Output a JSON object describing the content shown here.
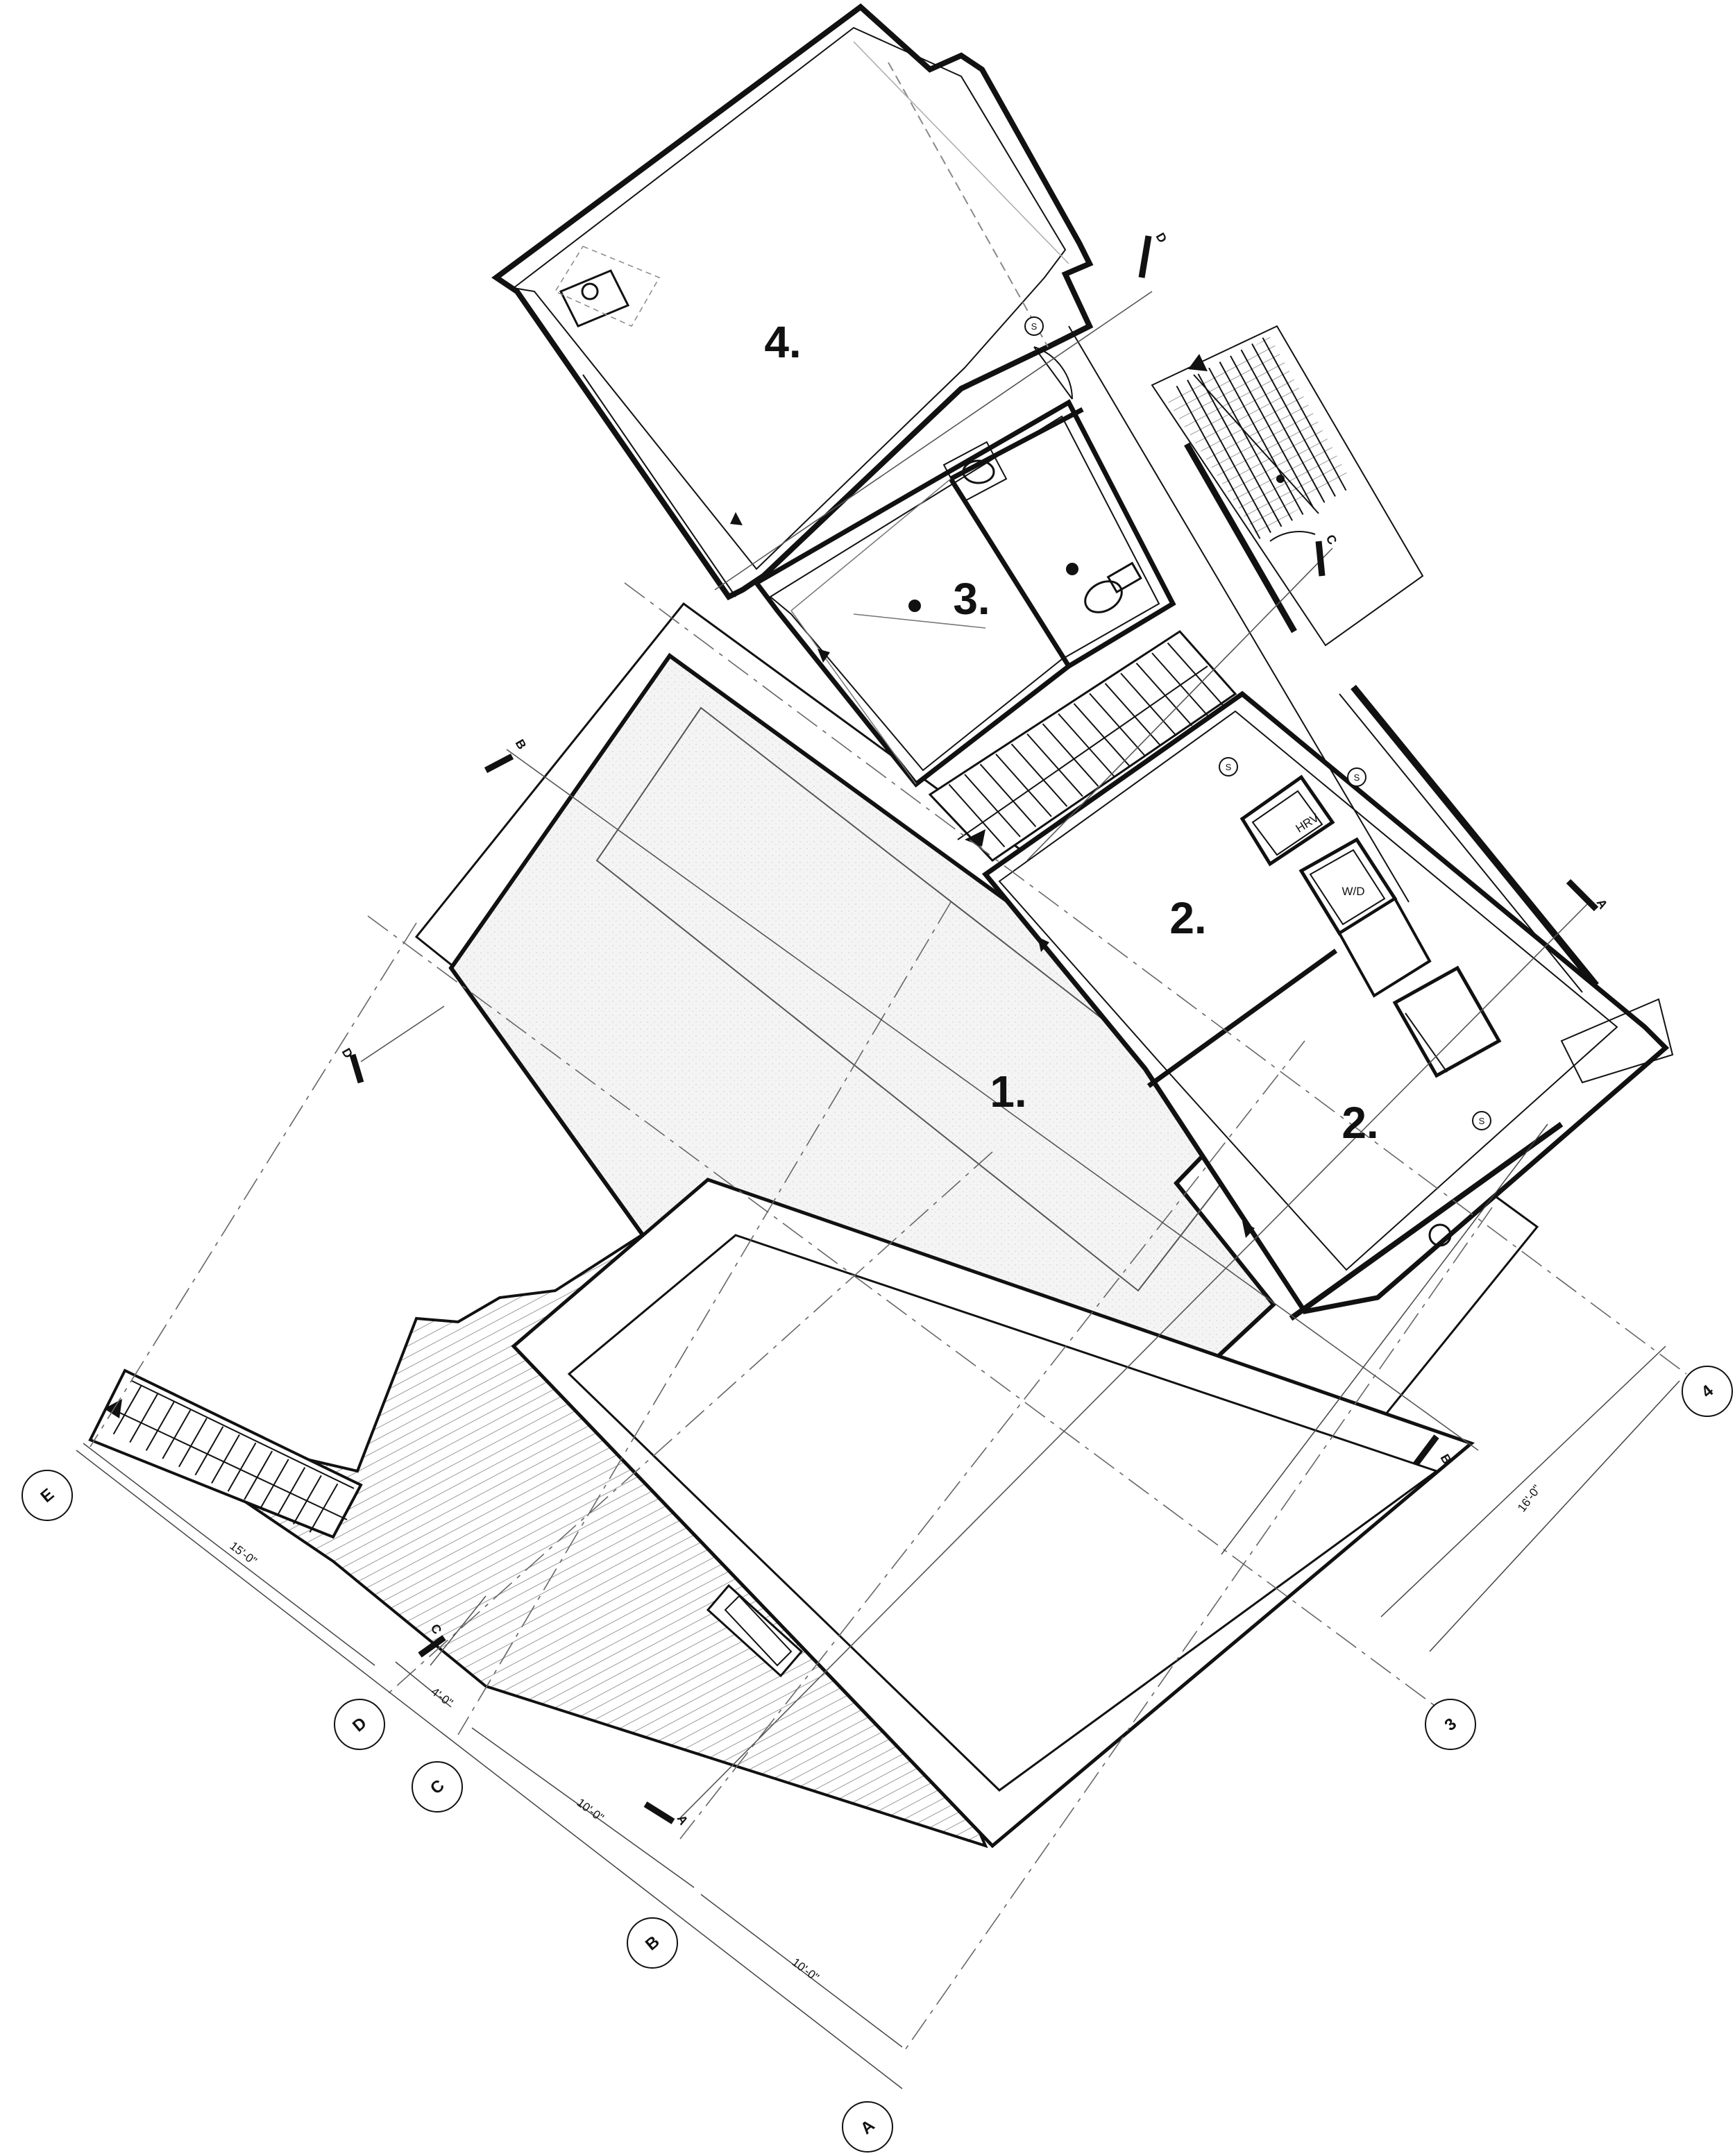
{
  "rooms": {
    "r1": "1.",
    "r2a": "2.",
    "r2b": "2.",
    "r3": "3.",
    "r4": "4."
  },
  "fixtures": {
    "hrv": "HRV",
    "wd": "W/D",
    "smoke": "S"
  },
  "sections": {
    "a_top": "A",
    "a_bottom": "A",
    "b_top": "B",
    "b_bottom": "B",
    "c_top": "C",
    "c_bottom": "C",
    "d_top": "D",
    "d_left": "D"
  },
  "grid": {
    "a": "A",
    "b": "B",
    "c": "C",
    "d": "D",
    "e": "E",
    "n3": "3",
    "n4": "4"
  },
  "dimensions": {
    "e_to_d": "15'-0\"",
    "d_to_c": "4'-0\"",
    "c_to_b": "10'-0\"",
    "b_to_a": "10'-0\"",
    "n3_to_n4": "16'-0\""
  },
  "colors": {
    "ink": "#111111",
    "fine": "#555555",
    "hatch": "#9a9a9a",
    "floor": "#f3f3f3",
    "paper": "#ffffff"
  }
}
